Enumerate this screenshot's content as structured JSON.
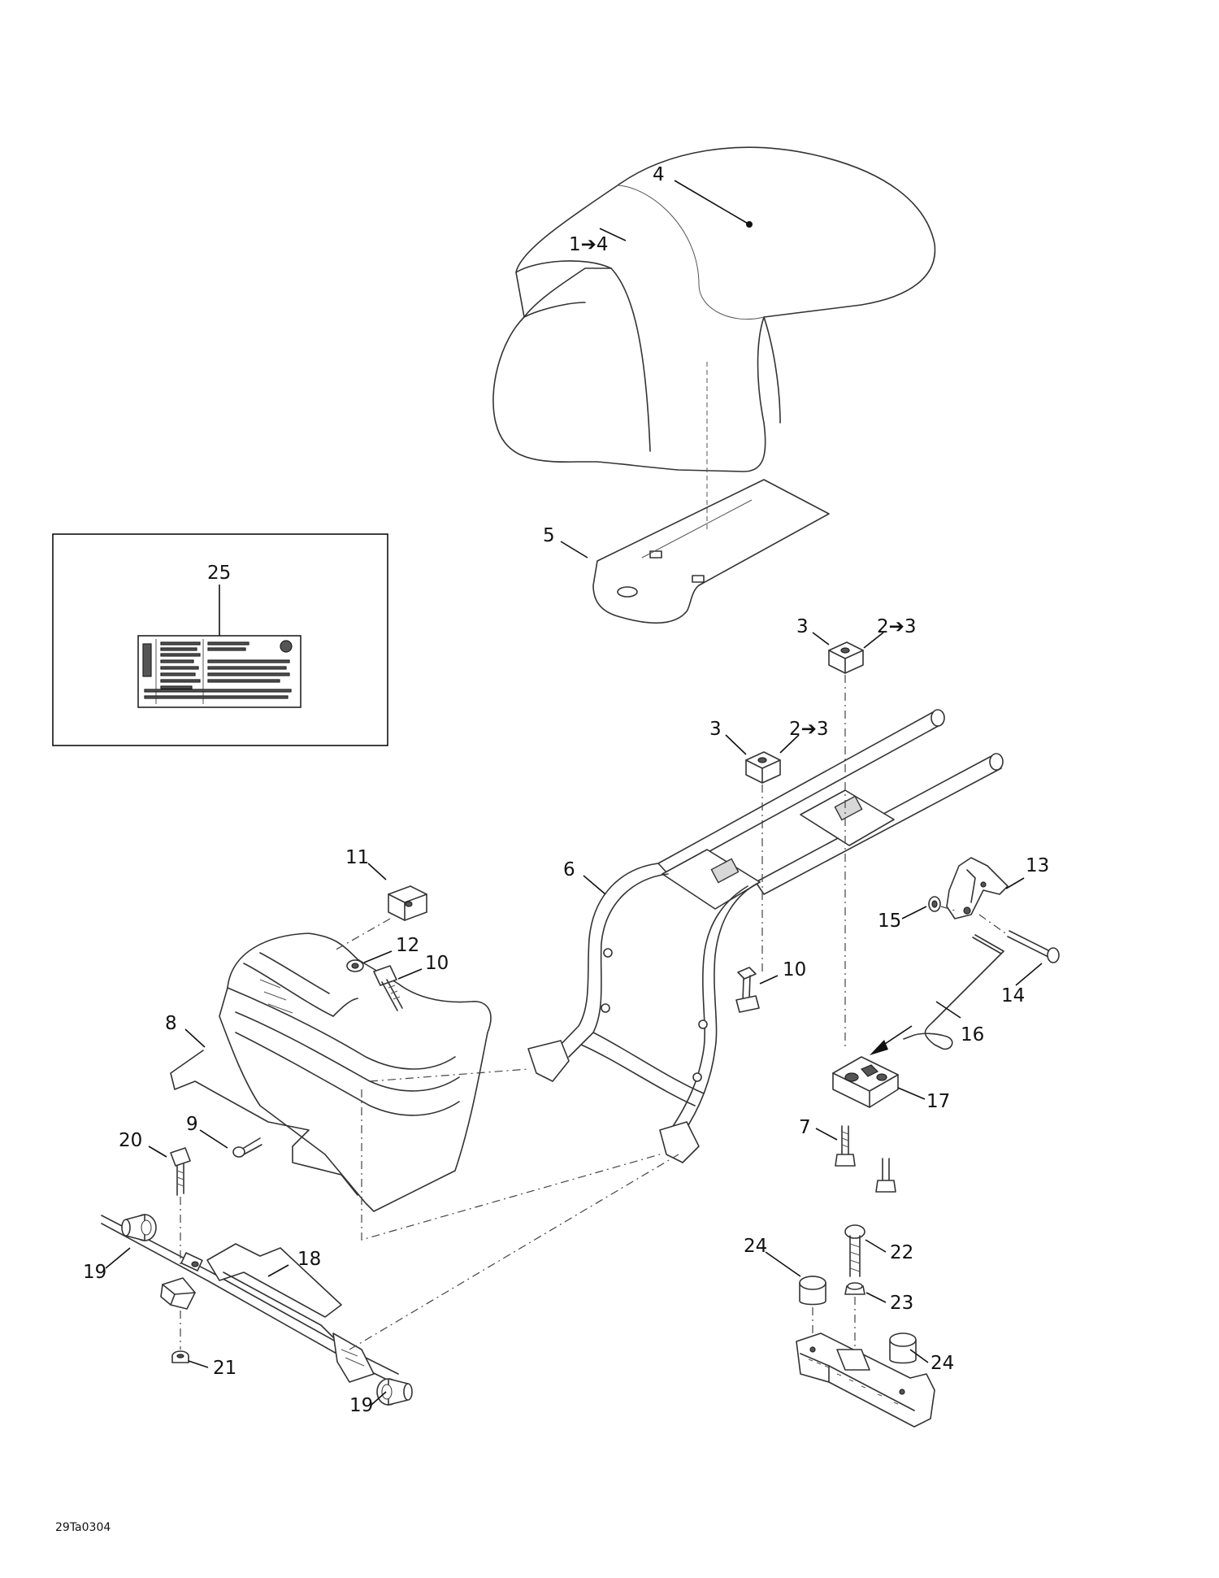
{
  "labels": {
    "l1": "1➔4",
    "l2a": "2➔3",
    "l2b": "2➔3",
    "l3a": "3",
    "l3b": "3",
    "l4": "4",
    "l5": "5",
    "l6": "6",
    "l7": "7",
    "l8": "8",
    "l9": "9",
    "l10a": "10",
    "l10b": "10",
    "l11": "11",
    "l12": "12",
    "l13": "13",
    "l14": "14",
    "l15": "15",
    "l16": "16",
    "l17": "17",
    "l18": "18",
    "l19a": "19",
    "l19b": "19",
    "l20": "20",
    "l21": "21",
    "l22": "22",
    "l23": "23",
    "l24a": "24",
    "l24b": "24",
    "l25": "25"
  },
  "drawing_code": "29Ta0304"
}
